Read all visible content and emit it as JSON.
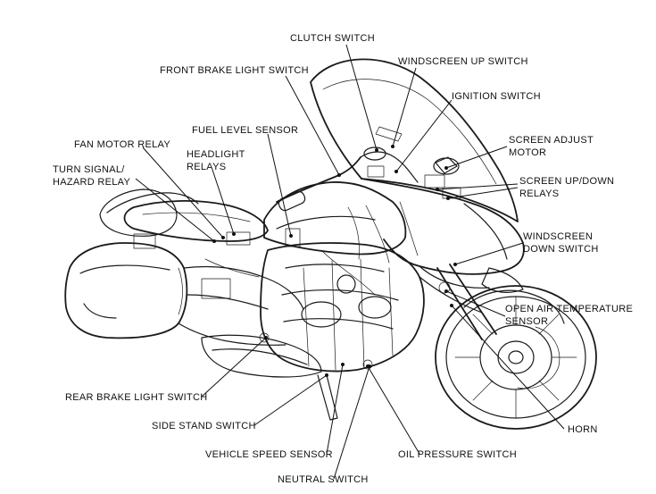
{
  "labels": {
    "clutch_switch": "CLUTCH SWITCH",
    "front_brake_light_switch": "FRONT BRAKE LIGHT SWITCH",
    "windscreen_up_switch": "WINDSCREEN UP SWITCH",
    "ignition_switch": "IGNITION SWITCH",
    "fuel_level_sensor": "FUEL LEVEL SENSOR",
    "fan_motor_relay": "FAN MOTOR RELAY",
    "headlight_relays": [
      "HEADLIGHT",
      "RELAYS"
    ],
    "turn_signal_hazard_relay": [
      "TURN SIGNAL/",
      "HAZARD RELAY"
    ],
    "screen_adjust_motor": [
      "SCREEN ADJUST",
      "MOTOR"
    ],
    "screen_up_down_relays": [
      "SCREEN UP/DOWN",
      "RELAYS"
    ],
    "windscreen_down_switch": [
      "WINDSCREEN",
      "DOWN SWITCH"
    ],
    "open_air_temperature_sensor": [
      "OPEN AIR TEMPERATURE",
      "SENSOR"
    ],
    "rear_brake_light_switch": "REAR BRAKE LIGHT SWITCH",
    "side_stand_switch": "SIDE STAND SWITCH",
    "horn": "HORN",
    "vehicle_speed_sensor": "VEHICLE SPEED SENSOR",
    "oil_pressure_switch": "OIL PRESSURE SWITCH",
    "neutral_switch": "NEUTRAL SWITCH"
  }
}
